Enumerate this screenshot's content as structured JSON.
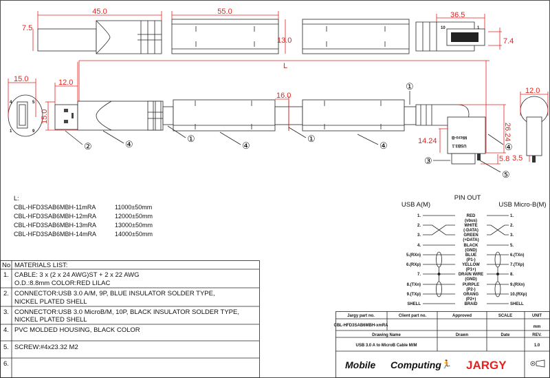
{
  "dimensions": {
    "usb_a_length": "45.0",
    "usb_a_height": "7.5",
    "segment_length": "55.0",
    "segment_height": "13.0",
    "microb_length": "36.5",
    "microb_height": "7.4",
    "total_length": "L",
    "end_width": "15.0",
    "plug_length": "12.0",
    "plug_height": "15.0",
    "cable_gap": "16.0",
    "microb_offset": "14.24",
    "microb_total": "26.24",
    "tip_length": "5.8",
    "side_tip": "3.5",
    "side_width": "12.0",
    "pin_4": "4",
    "pin_5": "5",
    "pin_1": "1",
    "pin_9": "9",
    "pin_10": "10",
    "pin_1b": "1"
  },
  "callouts": [
    "①",
    "②",
    "③",
    "④",
    "⑤"
  ],
  "lengths": {
    "title": "L:",
    "items": [
      {
        "part": "CBL-HFD3SAB6MBH-11mRA",
        "length": "11000±50mm"
      },
      {
        "part": "CBL-HFD3SAB6MBH-12mRA",
        "length": "12000±50mm"
      },
      {
        "part": "CBL-HFD3SAB6MBH-13mRA",
        "length": "13000±50mm"
      },
      {
        "part": "CBL-HFD3SAB6MBH-14mRA",
        "length": "14000±50mm"
      }
    ]
  },
  "materials": {
    "no_header": "No",
    "title": "MATERIALS LIST:",
    "rows": [
      {
        "no": "1.",
        "l1": "CABLE: 3 x (2 x 24 AWG)ST + 2 x 22 AWG",
        "l2": "O.D.:8.8mm COLOR:RED LILAC"
      },
      {
        "no": "2.",
        "l1": "CONNECTOR:USB 3.0 A/M, 9P, BLUE INSULATOR SOLDER TYPE,",
        "l2": "NICKEL PLATED SHELL"
      },
      {
        "no": "3.",
        "l1": "CONNECTOR:USB 3.0 MicroB/M, 10P, BLACK INSULATOR SOLDER TYPE,",
        "l2": "NICKEL PLATED SHELL"
      },
      {
        "no": "4.",
        "l1": "PVC MOLDED HOUSING, BLACK COLOR",
        "l2": ""
      },
      {
        "no": "5.",
        "l1": "SCREW:#4x23.32 M2",
        "l2": ""
      },
      {
        "no": "6.",
        "l1": "",
        "l2": ""
      }
    ]
  },
  "pinout": {
    "title": "PIN OUT",
    "left_title": "USB A(M)",
    "right_title": "USB Micro-B(M)",
    "rows": [
      {
        "left": "1.",
        "wire": "RED",
        "sub": "(vbus)",
        "right": "1."
      },
      {
        "left": "2.",
        "wire": "WHITE",
        "sub": "(-DATA)",
        "right": "2."
      },
      {
        "left": "3.",
        "wire": "GREEN",
        "sub": "(+DATA)",
        "right": "3."
      },
      {
        "left": "4.",
        "wire": "BLACK",
        "sub": "(GND)",
        "right": "5."
      },
      {
        "left": "5.(RXn)",
        "wire": "BLUE",
        "sub": "(P1-)",
        "right": "6.(TXn)"
      },
      {
        "left": "6.(RXp)",
        "wire": "YELLOW",
        "sub": "(P1+)",
        "right": "7.(TXp)"
      },
      {
        "left": "7.",
        "wire": "DRAIN WIRE",
        "sub": "(GND)",
        "right": "8."
      },
      {
        "left": "8.(TXn)",
        "wire": "PURPLE",
        "sub": "(P2-)",
        "right": "9.(RXn)"
      },
      {
        "left": "9.(TXp)",
        "wire": "ORANG",
        "sub": "(P2+)",
        "right": "10.(RXp)"
      },
      {
        "left": "SHELL",
        "wire": "BRAID",
        "sub": "",
        "right": "SHELL"
      }
    ]
  },
  "title_block": {
    "jargy_part_label": "Jargy part no.",
    "client_part_label": "Client part no.",
    "approved_label": "Approved",
    "scale_label": "SCALE",
    "unit_label": "UNIT",
    "jargy_part": "CBL-HFD3SAB6MBH-xmRA",
    "unit": "mm",
    "drawing_name_label": "Drawing Name",
    "drawn_label": "Drawn",
    "date_label": "Date",
    "rev_label": "REV.",
    "drawing_name": "USB 3.0 A to MicroB Cable M/M",
    "rev": "1.0",
    "logo_mobile": "Mobile",
    "logo_computing": "Computing",
    "logo_jargy": "JARGY"
  },
  "colors": {
    "dimension": "#e5201e",
    "line": "#222222"
  }
}
